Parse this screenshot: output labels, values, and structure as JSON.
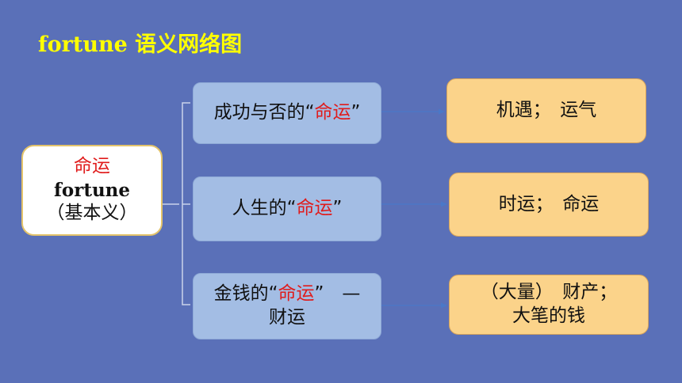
{
  "title": {
    "en": "fortune",
    "zh": " 语义网络图"
  },
  "root": {
    "cn": "命运",
    "en": "fortune",
    "note": "（基本义）"
  },
  "branches": [
    {
      "pre": "成功与否的“",
      "hl": "命运",
      "post": "”",
      "leaf_line1": "机遇；　运气",
      "leaf_line2": ""
    },
    {
      "pre": "人生的“",
      "hl": "命运",
      "post": "”",
      "leaf_line1": "时运；　命运",
      "leaf_line2": ""
    },
    {
      "pre": "金钱的“",
      "hl": "命运",
      "post": "”　—　财运",
      "leaf_line1": "（大量）　财产；",
      "leaf_line2": "大笔的钱"
    }
  ],
  "colors": {
    "highlight": "#e01b1b",
    "title": "#ffff00",
    "background": "#5a70b8",
    "leaf": "#fbd38a",
    "mid": "#a3bde4"
  }
}
